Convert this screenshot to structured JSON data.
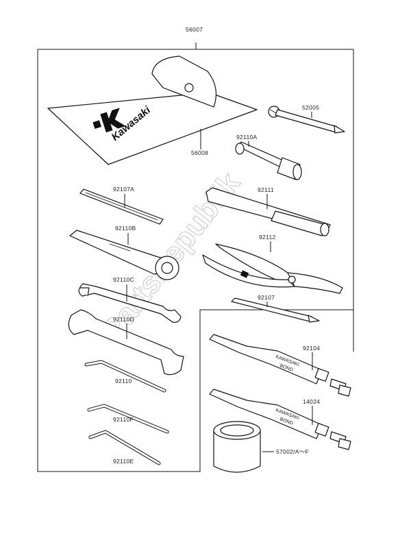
{
  "diagram": {
    "watermark": "PartsRepublik",
    "logo_text": "Kawasaki",
    "tube_text_top": "KAWASAKI",
    "tube_text_bottom": "BOND",
    "part_labels": {
      "p56007": "56007",
      "p56008": "56008",
      "p52005": "52005",
      "p92110A": "92110A",
      "p92107A": "92107A",
      "p92111": "92111",
      "p92110B": "92110B",
      "p92112": "92112",
      "p92110C": "92110C",
      "p92107": "92107",
      "p92110D": "92110D",
      "p92104": "92104",
      "p92110": "92110",
      "p14024": "14024",
      "p92110F": "92110F",
      "p57002": "57002/A～F",
      "p92110E": "92110E"
    }
  }
}
